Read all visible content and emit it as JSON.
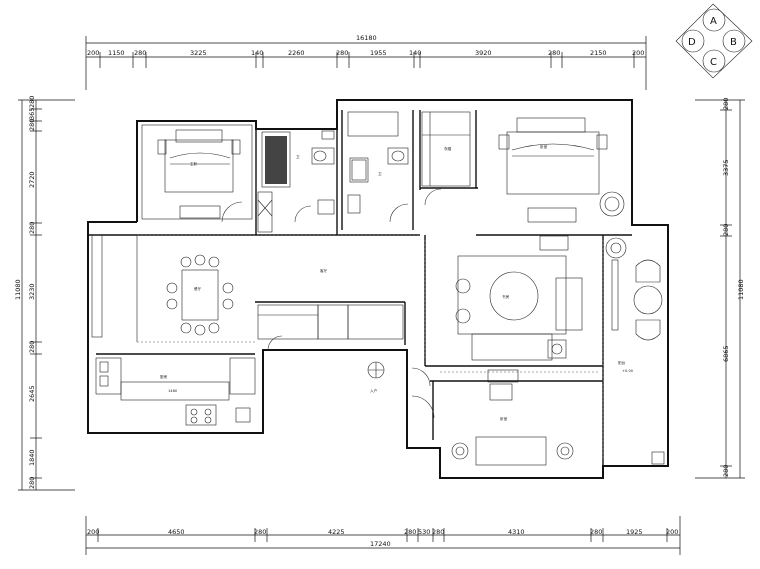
{
  "compass": {
    "top": "A",
    "right": "B",
    "bottom": "C",
    "left": "D"
  },
  "top_dims": {
    "total": "16180",
    "segments": [
      "200",
      "1150",
      "280",
      "3225",
      "140",
      "2260",
      "280",
      "1955",
      "140",
      "3920",
      "280",
      "2150",
      "200"
    ]
  },
  "bottom_dims": {
    "total": "17240",
    "segments": [
      "200",
      "4650",
      "280",
      "4225",
      "280",
      "530",
      "280",
      "4310",
      "280",
      "1925",
      "200"
    ]
  },
  "left_dims": {
    "total": "11080",
    "segments": [
      "280",
      "365",
      "280",
      "2720",
      "280",
      "3230",
      "280",
      "2645",
      "1840",
      "280"
    ]
  },
  "right_dims": {
    "total": "11080",
    "segments": [
      "280",
      "3375",
      "280",
      "6865",
      "280"
    ]
  },
  "rooms": [
    {
      "name": "主卧",
      "area": "",
      "pos": "bed-left"
    },
    {
      "name": "卫",
      "area": "",
      "pos": "bath-left"
    },
    {
      "name": "卫",
      "area": "",
      "pos": "bath-mid"
    },
    {
      "name": "衣帽",
      "area": "",
      "pos": "closet"
    },
    {
      "name": "卧室",
      "area": "",
      "pos": "bed-right"
    },
    {
      "name": "餐厅",
      "area": "",
      "pos": "dining"
    },
    {
      "name": "客厅",
      "area": "",
      "pos": "living-center"
    },
    {
      "name": "书房",
      "area": "",
      "pos": "study"
    },
    {
      "name": "厨房",
      "area": "1480",
      "pos": "kitchen"
    },
    {
      "name": "阳台",
      "area": "+0.00",
      "pos": "balcony"
    },
    {
      "name": "卧室",
      "area": "",
      "pos": "bed-bottom"
    }
  ],
  "misc_labels": {
    "door_label": "入户",
    "kitchen_dim": "1480",
    "balcony_level": "+0.00",
    "table_label": "1480"
  }
}
